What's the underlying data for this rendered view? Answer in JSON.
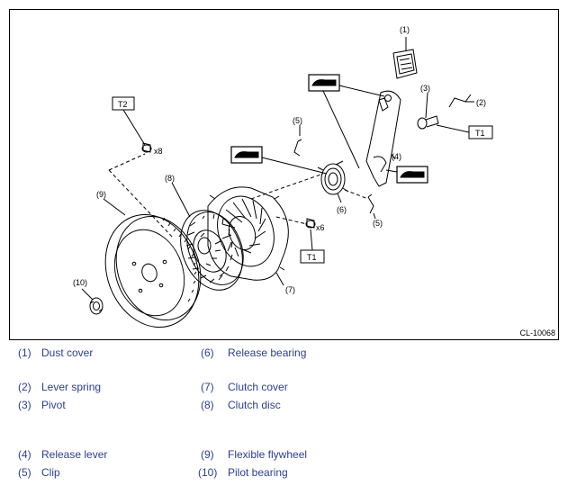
{
  "figure": {
    "id": "CL-10068",
    "callouts": [
      "(1)",
      "(2)",
      "(3)",
      "(4)",
      "(5)",
      "(5)",
      "(6)",
      "(7)",
      "(8)",
      "(9)",
      "(10)"
    ],
    "torque_labels": [
      "T2",
      "T1",
      "T1"
    ],
    "qty_labels": [
      "x8",
      "x6"
    ]
  },
  "legend": [
    {
      "num": "(1)",
      "text": "Dust cover"
    },
    {
      "num": "(2)",
      "text": "Lever spring"
    },
    {
      "num": "(3)",
      "text": "Pivot"
    },
    {
      "num": "(4)",
      "text": "Release lever"
    },
    {
      "num": "(5)",
      "text": "Clip"
    },
    {
      "num": "(6)",
      "text": "Release bearing"
    },
    {
      "num": "(7)",
      "text": "Clutch cover"
    },
    {
      "num": "(8)",
      "text": "Clutch disc"
    },
    {
      "num": "(9)",
      "text": "Flexible flywheel"
    },
    {
      "num": "(10)",
      "text": "Pilot bearing"
    }
  ],
  "colors": {
    "legend_text": "#2b3f8f",
    "line": "#000000"
  }
}
